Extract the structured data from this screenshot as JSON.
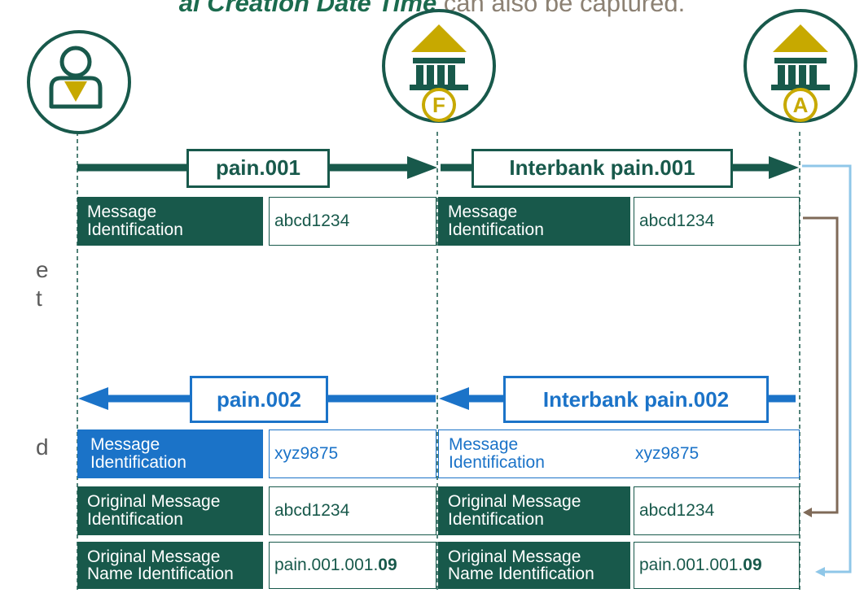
{
  "header": {
    "emphasis": "al Creation Date Time",
    "rest": " can also be captured."
  },
  "side_text": [
    "e",
    "t",
    "d"
  ],
  "colors": {
    "green": "#18594b",
    "blue": "#1b73c8",
    "gold": "#c7a900",
    "connector_brown": "#7f6a58",
    "connector_lightblue": "#8fc7e8"
  },
  "actors": {
    "debtor": {
      "icon": "person-icon"
    },
    "first_agent": {
      "icon": "bank-icon",
      "badge": "F"
    },
    "second_agent": {
      "icon": "bank-icon",
      "badge": "A"
    }
  },
  "messages": {
    "pain001": {
      "label": "pain.001",
      "msg_id_label": "Message\nIdentification",
      "msg_id_value": "abcd1234"
    },
    "interbank_pain001": {
      "label": "Interbank pain.001",
      "msg_id_label": "Message\nIdentification",
      "msg_id_value": "abcd1234"
    },
    "pain002": {
      "label": "pain.002",
      "msg_id_label": "Message\nIdentification",
      "msg_id_value": "xyz9875",
      "orig_msg_id_label": "Original Message\nIdentification",
      "orig_msg_id_value": "abcd1234",
      "orig_msg_name_label": "Original Message\nName Identification",
      "orig_msg_name_prefix": "pain.001.001.",
      "orig_msg_name_version": "09"
    },
    "interbank_pain002": {
      "label": "Interbank pain.002",
      "msg_id_label": "Message\nIdentification",
      "msg_id_value": "xyz9875",
      "orig_msg_id_label": "Original Message\nIdentification",
      "orig_msg_id_value": "abcd1234",
      "orig_msg_name_label": "Original Message\nName Identification",
      "orig_msg_name_prefix": "pain.001.001.",
      "orig_msg_name_version": "09"
    }
  }
}
